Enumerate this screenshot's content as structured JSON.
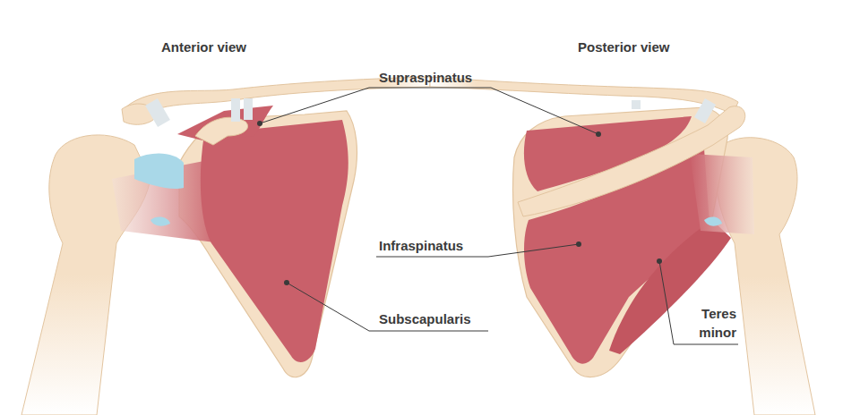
{
  "diagram": {
    "labels": [
      "Anterior view",
      "Posterior view",
      "Supraspinatus",
      "Infraspinatus",
      "Subscapularis",
      "Teres minor"
    ]
  }
}
